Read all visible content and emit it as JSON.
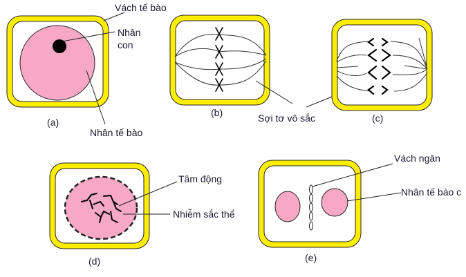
{
  "labels": {
    "cell_wall": "Vách tế bào",
    "nucleolus_line1": "Nhân",
    "nucleolus_line2": "con",
    "nucleus": "Nhân tế bào",
    "spindle": "Sợi tơ vô sắc",
    "centromere": "Tâm động",
    "chromosome": "Nhiễm sắc thể",
    "septum": "Vách ngăn",
    "daughter_nucleus": "Nhân tế bào c"
  },
  "panels": [
    "(a)",
    "(b)",
    "(c)",
    "(d)",
    "(e)"
  ],
  "colors": {
    "wall": "#ffee00",
    "nucleus": "#f7a8c4",
    "outline": "#222222"
  }
}
